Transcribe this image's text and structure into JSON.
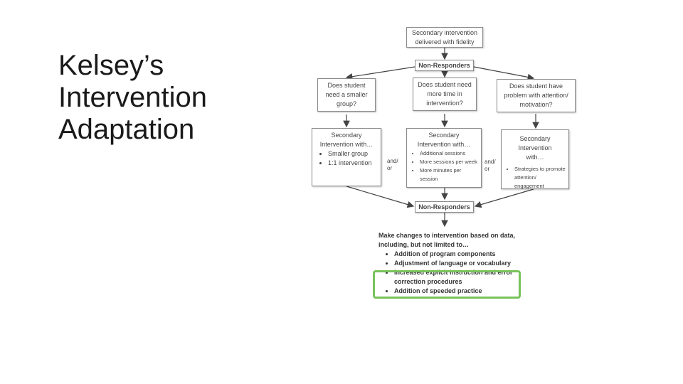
{
  "slide": {
    "title_lines": [
      "Kelsey’s",
      "Intervention",
      "Adaptation"
    ]
  },
  "flowchart": {
    "start": "Secondary intervention delivered with fidelity",
    "non_responders_1": "Non-Responders",
    "questions": [
      "Does student need a smaller group?",
      "Does student need more time in intervention?",
      "Does student have problem with attention/ motivation?"
    ],
    "adaptations": [
      {
        "heading": "Secondary Intervention with…",
        "items": [
          "Smaller group",
          "1:1 intervention"
        ]
      },
      {
        "heading": "Secondary Intervention with…",
        "items": [
          "Additional sessions",
          "More sessions per week",
          "More minutes per session"
        ]
      },
      {
        "heading": "Secondary Intervention with…",
        "items": [
          "Strategies to promote attention/ engagement"
        ]
      }
    ],
    "connector_1": "and/ or",
    "connector_2": "and/ or",
    "non_responders_2": "Non-Responders",
    "final": {
      "heading": "Make changes to intervention based on data, including, but not limited to…",
      "items": [
        "Addition of program components",
        "Adjustment of language or vocabulary",
        "Increased explicit instruction and error correction procedures",
        "Addition of speeded practice"
      ]
    },
    "highlight_color": "#78c25a"
  }
}
